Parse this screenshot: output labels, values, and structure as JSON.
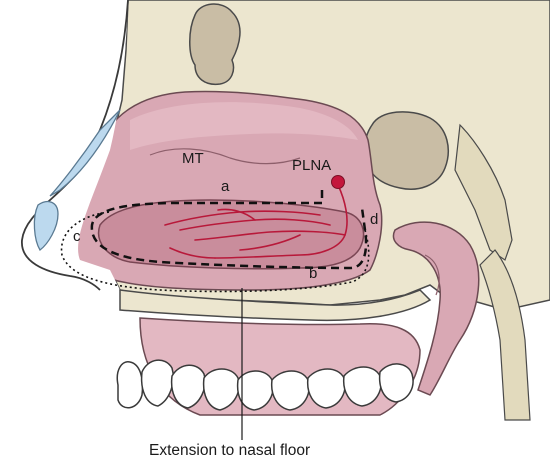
{
  "labels": {
    "mt": "MT",
    "plna": "PLNA",
    "a": "a",
    "b": "b",
    "c": "c",
    "d": "d",
    "caption": "Extension to nasal floor"
  },
  "colors": {
    "bone": "#ece6cf",
    "bone_outline": "#4a4a4a",
    "sinus": "#c9bda5",
    "mucosa": "#d9a8b4",
    "mucosa_light": "#ecc4cc",
    "turbinate": "#c98d9c",
    "cartilage": "#bcd9ee",
    "artery": "#b8193a",
    "tooth": "#ffffff",
    "skin": "#ffffff"
  }
}
